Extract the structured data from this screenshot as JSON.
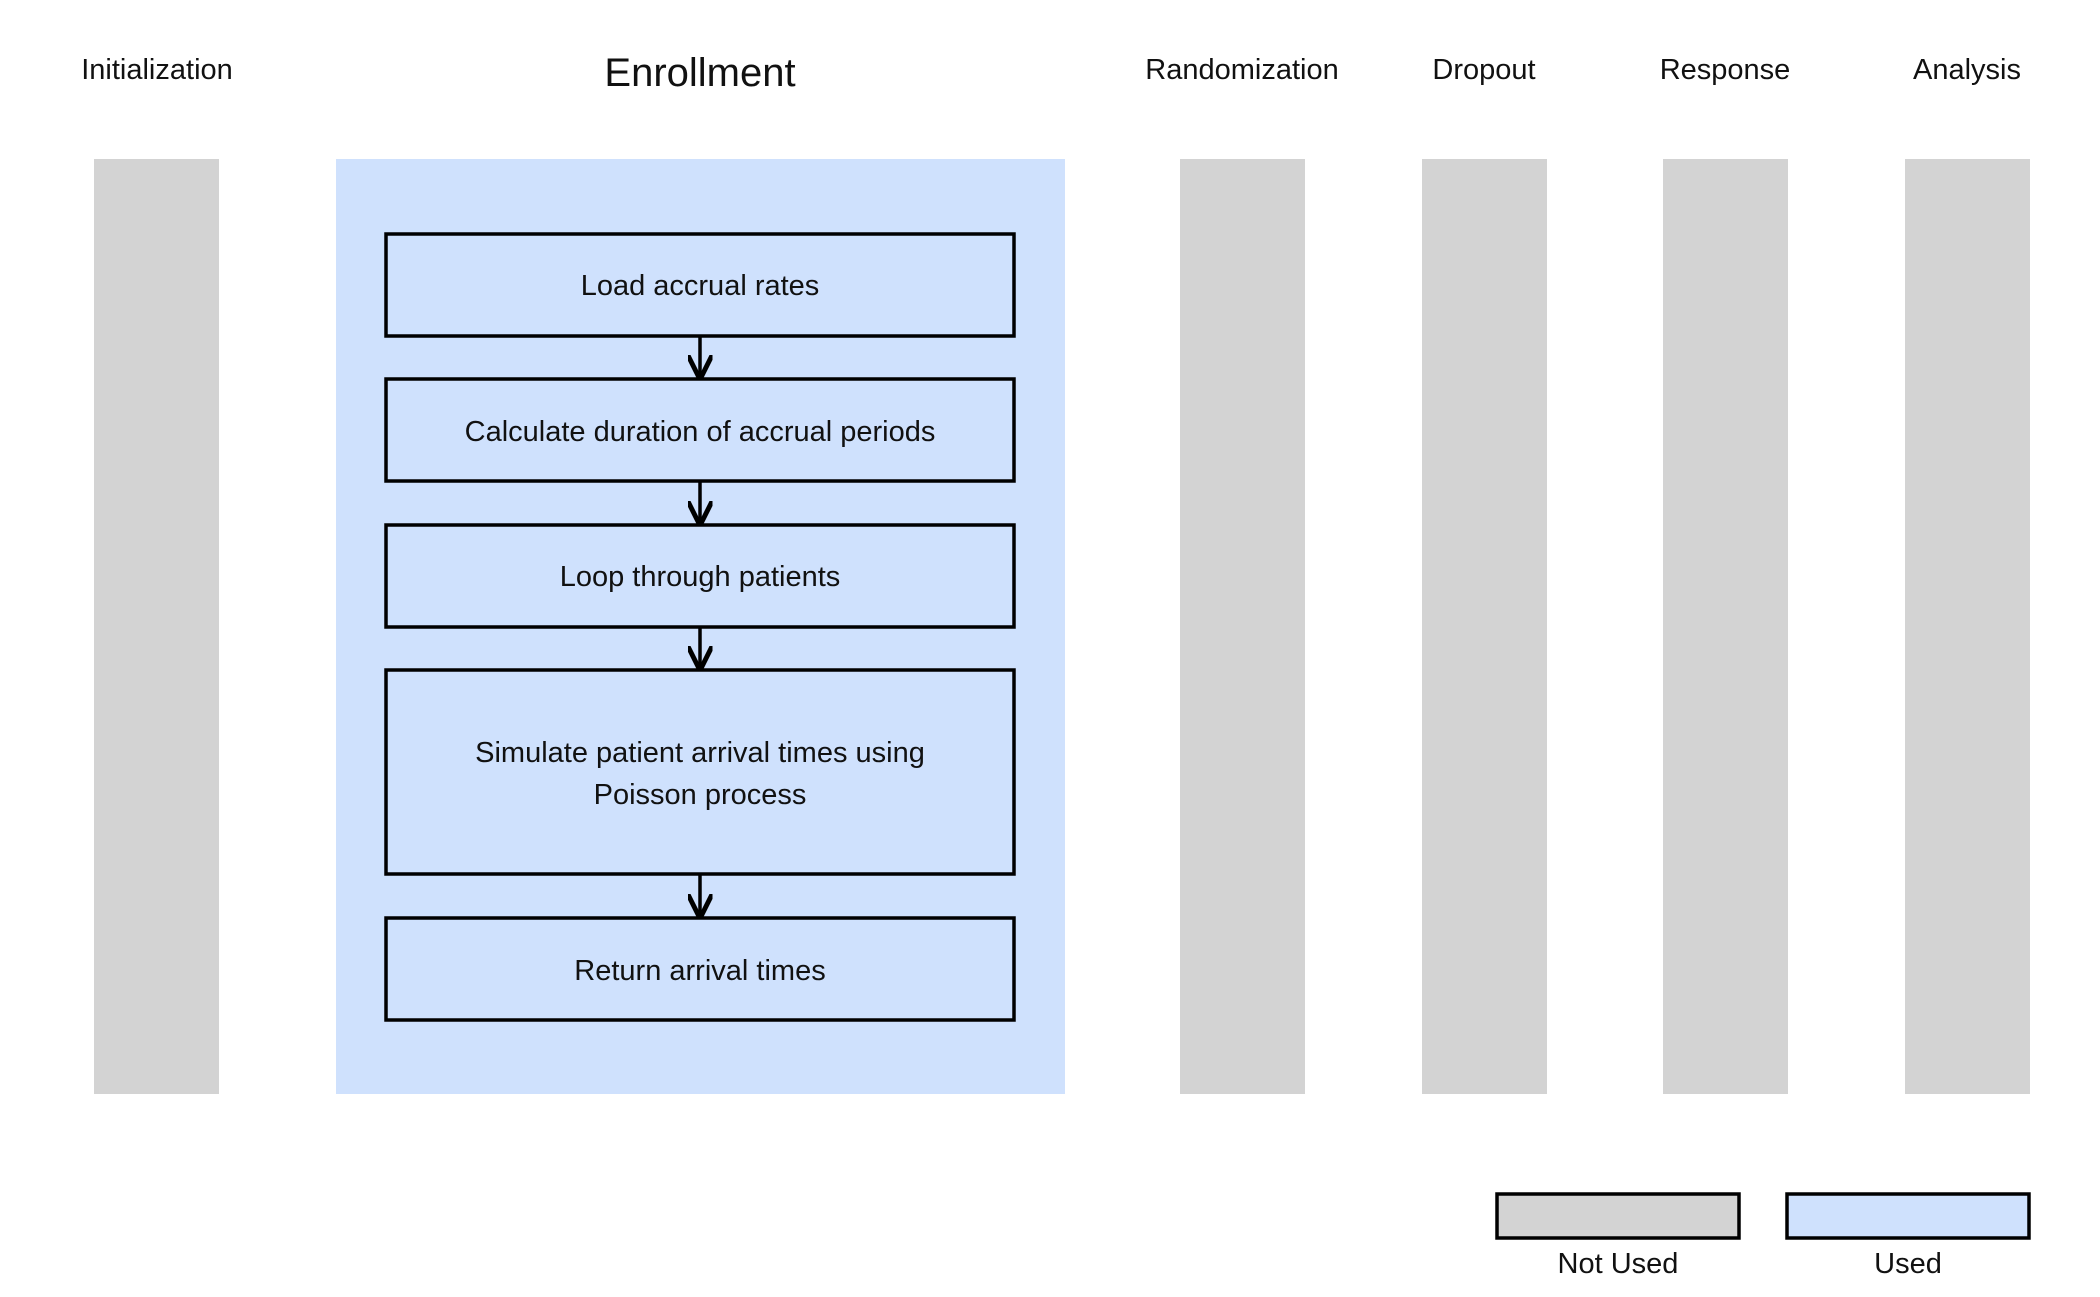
{
  "colors": {
    "not_used": "#d3d3d3",
    "used": "#cfe1fd",
    "stroke": "#000000"
  },
  "columns": [
    {
      "label": "Initialization",
      "status": "not_used"
    },
    {
      "label": "Enrollment",
      "status": "used"
    },
    {
      "label": "Randomization",
      "status": "not_used"
    },
    {
      "label": "Dropout",
      "status": "not_used"
    },
    {
      "label": "Response",
      "status": "not_used"
    },
    {
      "label": "Analysis",
      "status": "not_used"
    }
  ],
  "steps": [
    {
      "lines": [
        "Load accrual rates"
      ]
    },
    {
      "lines": [
        "Calculate duration of accrual periods"
      ]
    },
    {
      "lines": [
        "Loop through patients"
      ]
    },
    {
      "lines": [
        "Simulate patient arrival times using",
        "Poisson process"
      ]
    },
    {
      "lines": [
        "Return arrival times"
      ]
    }
  ],
  "legend": {
    "not_used_label": "Not Used",
    "used_label": "Used"
  }
}
